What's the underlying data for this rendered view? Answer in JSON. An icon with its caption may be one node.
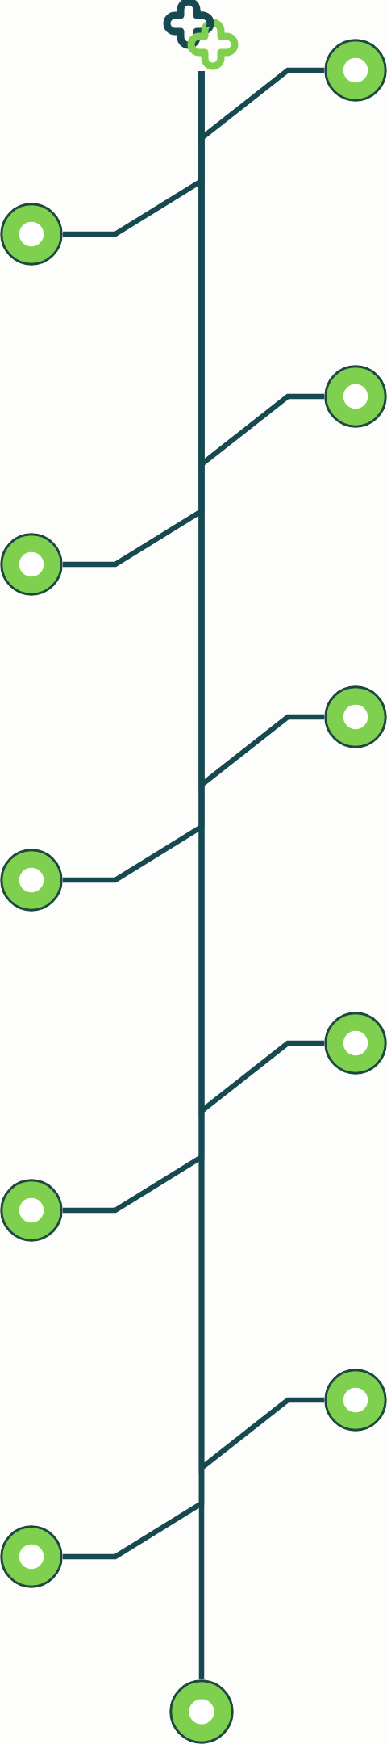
{
  "diagram": {
    "nodes": [
      {
        "text": [],
        "shape": "picture"
      },
      {
        "text": [],
        "shape": "circle"
      },
      {
        "text": [],
        "shape": "circle"
      },
      {
        "text": [],
        "shape": "circle"
      },
      {
        "text": [],
        "shape": "circle"
      },
      {
        "text": [],
        "shape": "circle"
      },
      {
        "text": [],
        "shape": "circle"
      },
      {
        "text": [],
        "shape": "circle"
      },
      {
        "text": [],
        "shape": "circle"
      },
      {
        "text": [],
        "shape": "circle"
      },
      {
        "text": [],
        "shape": "circle"
      },
      {
        "text": [],
        "shape": "circle"
      }
    ],
    "edges": [
      {
        "from": 0,
        "to": 1,
        "arrow": "none"
      },
      {
        "from": 0,
        "to": 2,
        "arrow": "none"
      },
      {
        "from": 0,
        "to": 3,
        "arrow": "none"
      },
      {
        "from": 0,
        "to": 4,
        "arrow": "none"
      },
      {
        "from": 0,
        "to": 5,
        "arrow": "none"
      },
      {
        "from": 0,
        "to": 6,
        "arrow": "none"
      },
      {
        "from": 0,
        "to": 7,
        "arrow": "none"
      },
      {
        "from": 0,
        "to": 8,
        "arrow": "none"
      },
      {
        "from": 0,
        "to": 9,
        "arrow": "none"
      },
      {
        "from": 0,
        "to": 10,
        "arrow": "none"
      },
      {
        "from": 0,
        "to": 11,
        "arrow": "none"
      }
    ]
  }
}
